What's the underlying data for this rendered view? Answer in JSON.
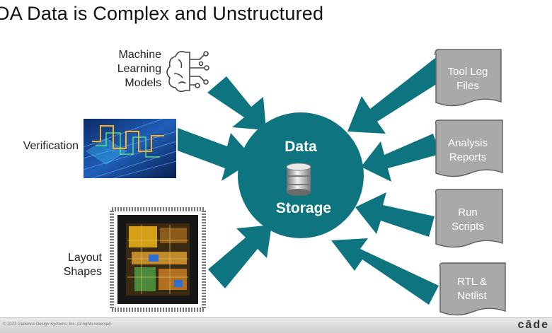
{
  "title": "DA Data is Complex and Unstructured",
  "center": {
    "line1": "Data",
    "line2": "Storage"
  },
  "inputs_left": {
    "ml": {
      "line1": "Machine",
      "line2": "Learning",
      "line3": "Models"
    },
    "verification": "Verification",
    "layout": {
      "line1": "Layout",
      "line2": "Shapes"
    }
  },
  "inputs_right": [
    {
      "line1": "Tool Log",
      "line2": "Files"
    },
    {
      "line1": "Analysis",
      "line2": "Reports"
    },
    {
      "line1": "Run",
      "line2": "Scripts"
    },
    {
      "line1": "RTL &",
      "line2": "Netlist"
    }
  ],
  "footer": {
    "copyright": "© 2023 Cadence Design Systems, Inc. All rights reserved.",
    "brand": "cāde"
  },
  "colors": {
    "accent": "#0d7480",
    "doc": "#a9a9a9",
    "doc_edge": "#666666"
  },
  "icons": [
    "brain-network-icon",
    "database-icon"
  ]
}
